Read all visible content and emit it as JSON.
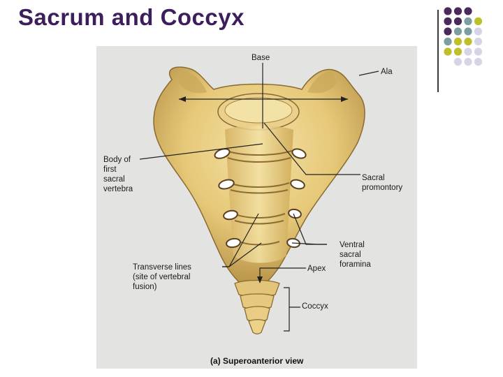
{
  "slide": {
    "title": "Sacrum and Coccyx"
  },
  "colors": {
    "title": "#3d1e5c",
    "dot_purple": "#4a2a5a",
    "dot_teal": "#7b9ea0",
    "dot_olive": "#bfbf2a",
    "dot_lavender": "#d6d5e6",
    "bone_light": "#f0dc98",
    "bone_mid": "#d8b866",
    "bone_dark": "#9d7a3a",
    "panel_bg": "#e3e3e1"
  },
  "decor": {
    "dot_grid": [
      [
        "purple",
        "purple",
        "purple"
      ],
      [
        "purple",
        "purple",
        "teal",
        "olive"
      ],
      [
        "purple",
        "teal",
        "teal",
        "lavender"
      ],
      [
        "teal",
        "olive",
        "olive",
        "lavender"
      ],
      [
        "olive",
        "olive",
        "lavender",
        "lavender"
      ],
      [
        "lavender",
        "lavender",
        "lavender"
      ]
    ]
  },
  "figure": {
    "labels": {
      "base": "Base",
      "ala": "Ala",
      "body_first_sacral": "Body of\nfirst\nsacral\nvertebra",
      "sacral_promontory": "Sacral\npromontory",
      "ventral_foramina": "Ventral\nsacral\nforamina",
      "transverse_lines": "Transverse lines\n(site of vertebral\nfusion)",
      "apex": "Apex",
      "coccyx": "Coccyx"
    },
    "caption": "(a) Superoanterior view"
  }
}
